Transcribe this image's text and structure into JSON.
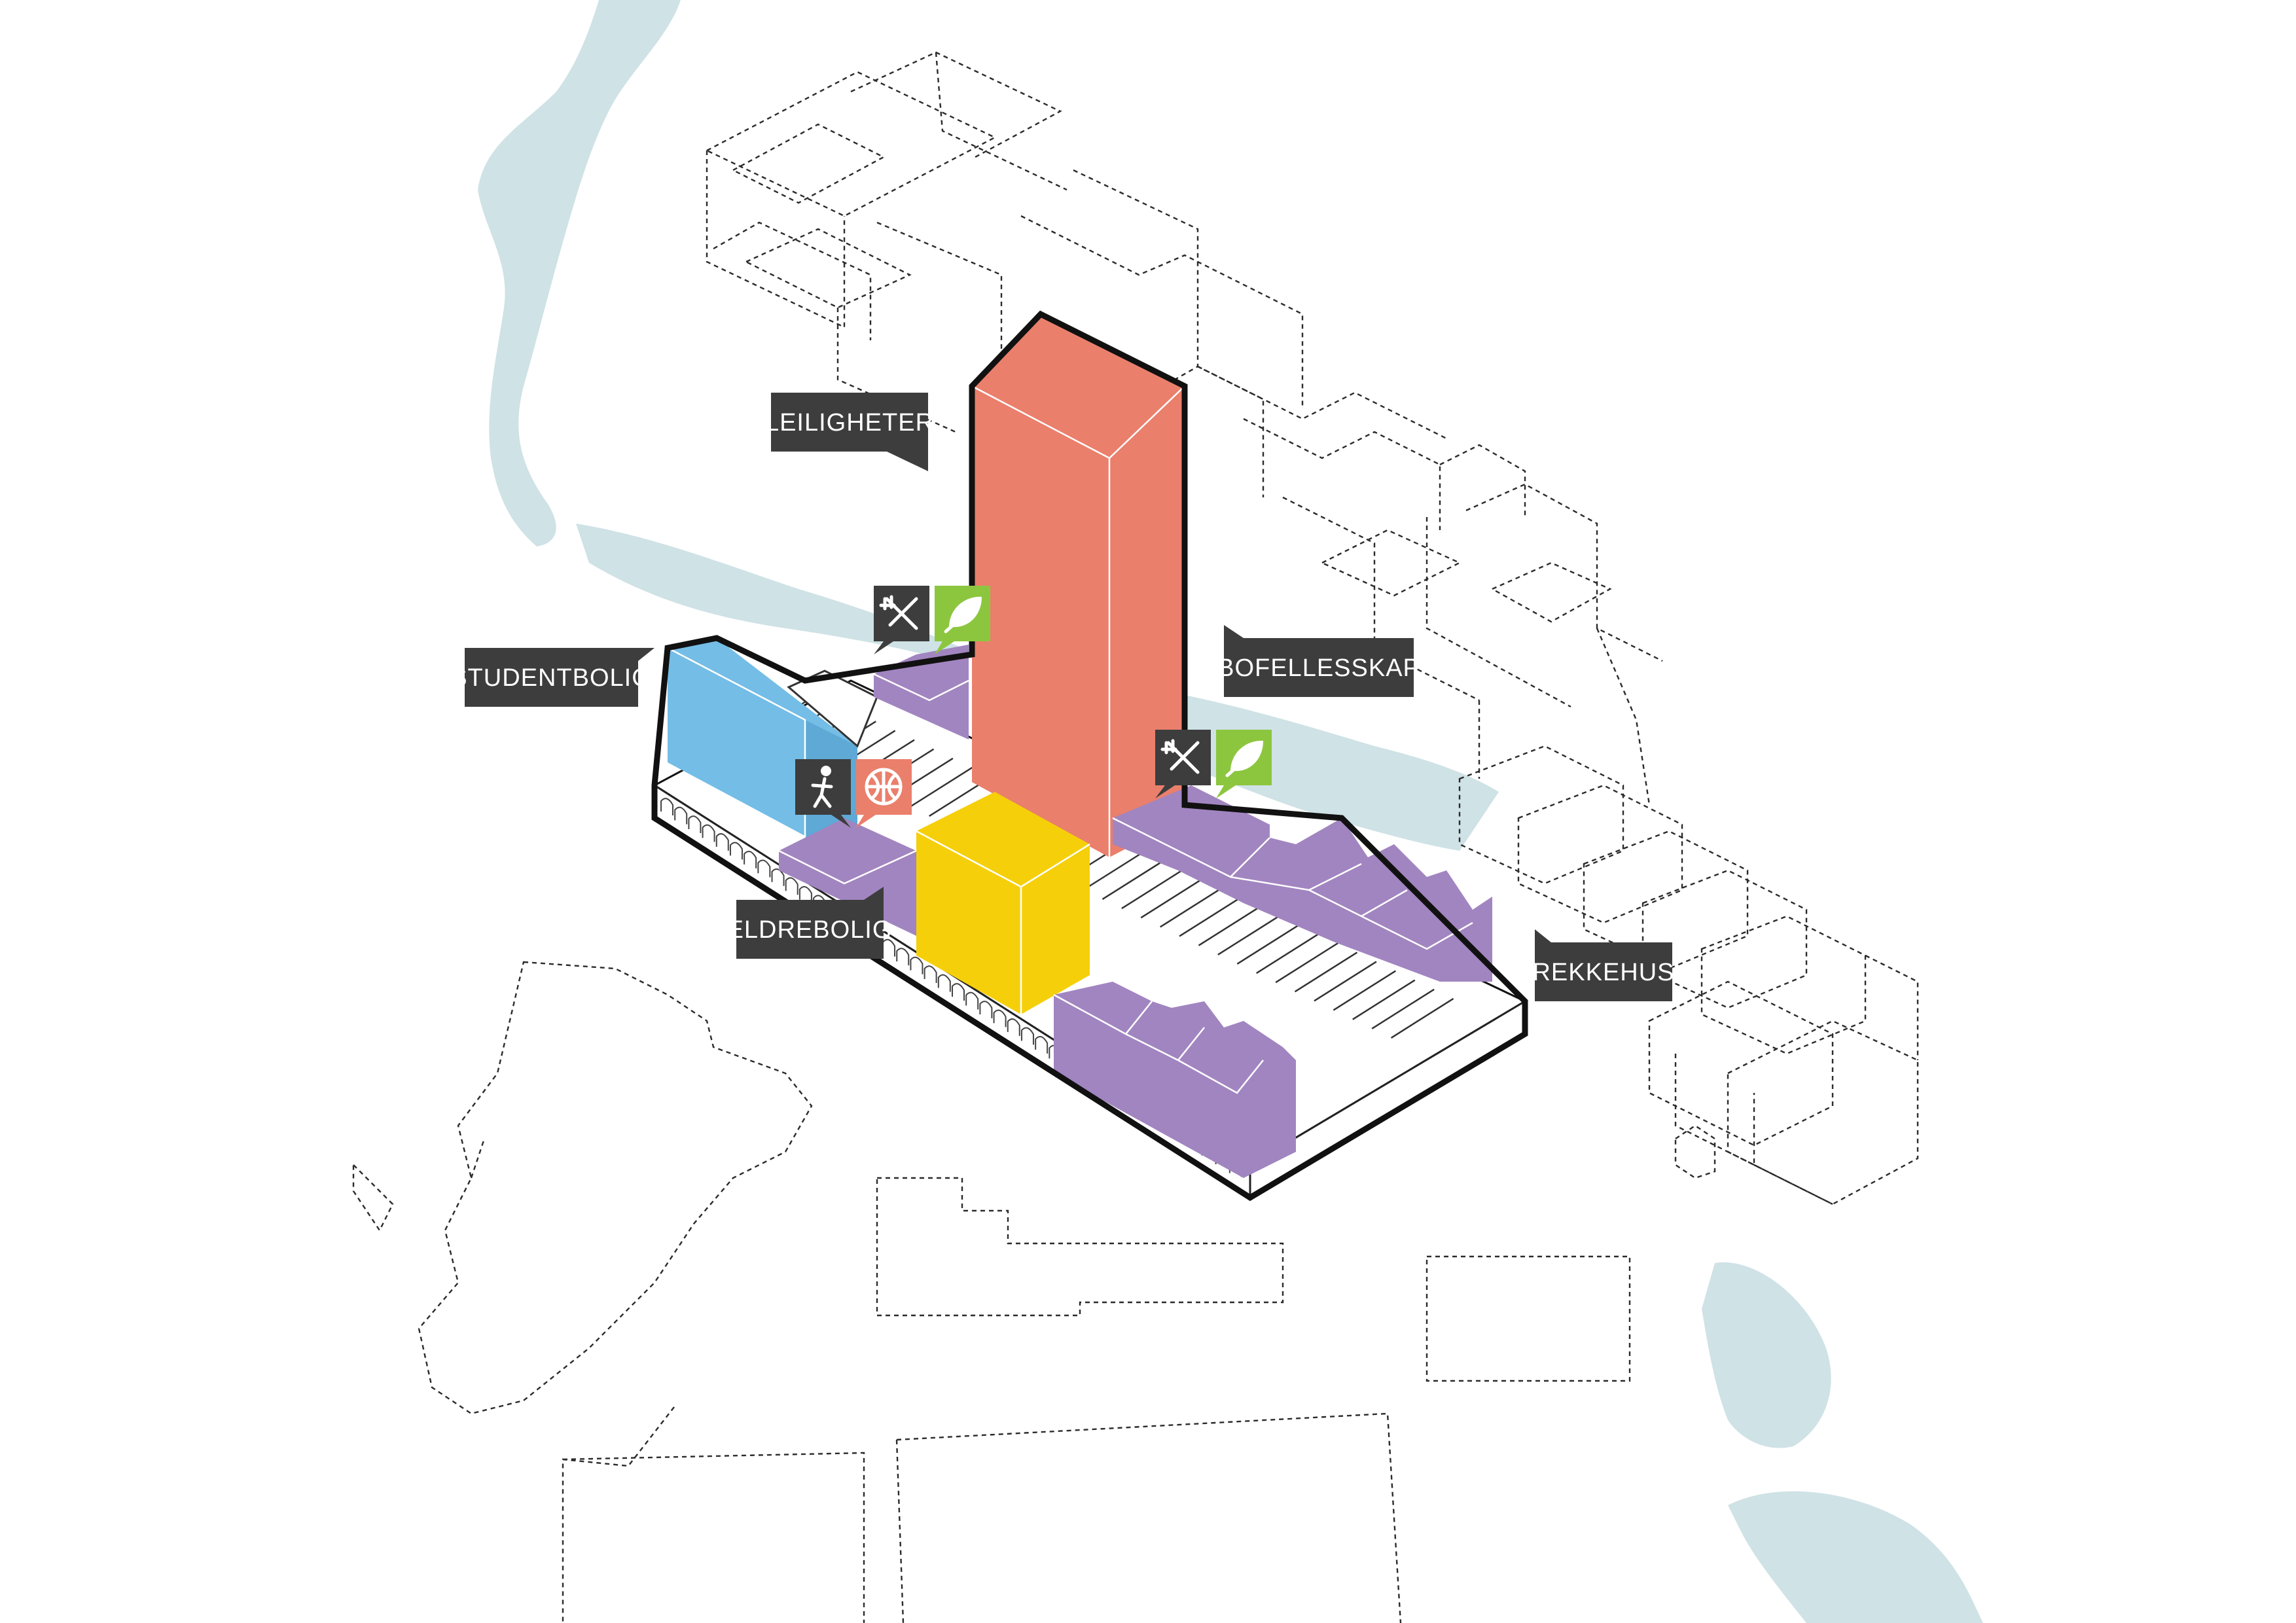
{
  "labels": {
    "leiligheter": "LEILIGHETER",
    "studentbolig": "STUDENTBOLIG",
    "bofellesskap": "BOFELLESSKAP",
    "eldrebolig": "ELDREBOLIG",
    "rekkehus": "REKKEHUS"
  },
  "colors": {
    "tower": "#ea7f6c",
    "student": "#74bde6",
    "purple": "#a185c0",
    "yellow": "#f5cf0a",
    "water": "#cfe2e6",
    "tag": "#3d3d3d",
    "icon_green": "#8cc63f",
    "icon_coral": "#ea7f6c",
    "icon_dark": "#3d3d3d"
  },
  "icons": [
    "garden-tools-icon",
    "leaf-icon",
    "garden-tools-icon",
    "leaf-icon",
    "runner-icon",
    "basketball-icon"
  ]
}
